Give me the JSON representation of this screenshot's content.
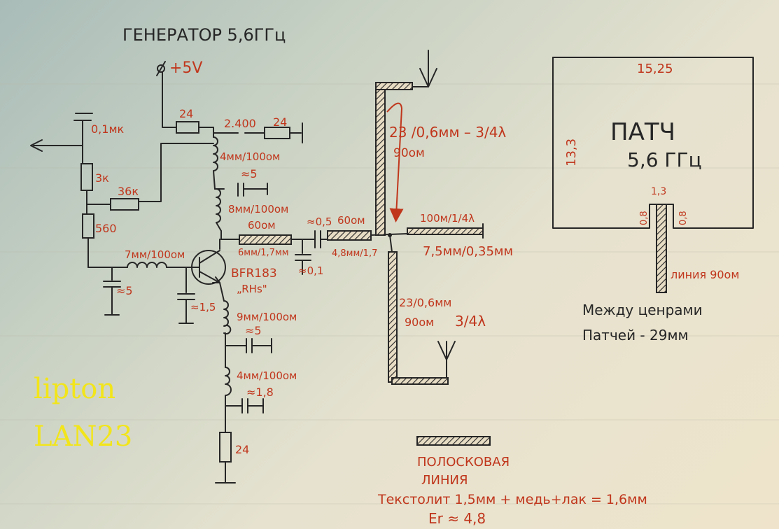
{
  "title": "ГЕНЕРАТОР 5,6ГГц",
  "supply": "+5V",
  "watermark": {
    "line1": "lipton",
    "line2": "LAN23"
  },
  "components": {
    "c_in": "0,1мк",
    "r_bias_top": "3к",
    "r_bias_bot": "560",
    "r_feedback": "36к",
    "r_supply": "24",
    "c_supply": "2.400",
    "r_supply_load": "24",
    "l1": "4мм/100ом",
    "c_l1": "≈5",
    "l2": "8мм/100ом",
    "line60_a": "60ом",
    "line60_a_dim": "6мм/1,7мм",
    "c_coupling": "≈0,5",
    "c_shunt": "≈0,1",
    "line60_b": "60ом",
    "line60_b_dim": "4,8мм/1,7",
    "stub_top": "100м/1/4λ",
    "stub_dim": "7,5мм/0,35мм",
    "l_base": "7мм/100ом",
    "c_base": "≈5",
    "c_be": "≈1,5",
    "transistor": "BFR183",
    "transistor_mark": "„RHs\"",
    "l_emitter1": "9мм/100ом",
    "c_e1": "≈5",
    "l_emitter2": "4мм/100ом",
    "c_e2": "≈1,8",
    "r_emitter": "24"
  },
  "antenna_lines": {
    "upper_spec": "23 /0,6мм – 3/4λ",
    "upper_imp": "90ом",
    "lower_spec": "23/0,6мм",
    "lower_imp": "90ом",
    "lower_len": "3/4λ"
  },
  "patch": {
    "width": "15,25",
    "height": "13,3",
    "label": "ПАТЧ",
    "freq": "5,6 ГГц",
    "feed_width": "1,3",
    "gap_left": "0,8",
    "gap_right": "0,8",
    "line_label": "линия 90ом"
  },
  "note_line1": "Между ценрами",
  "note_line2": "Патчей - 29мм",
  "legend": {
    "line1": "ПОЛОСКОВАЯ",
    "line2": "ЛИНИЯ",
    "line3": "Текстолит 1,5мм + медь+лак = 1,6мм",
    "line4": "Er ≈ 4,8"
  }
}
